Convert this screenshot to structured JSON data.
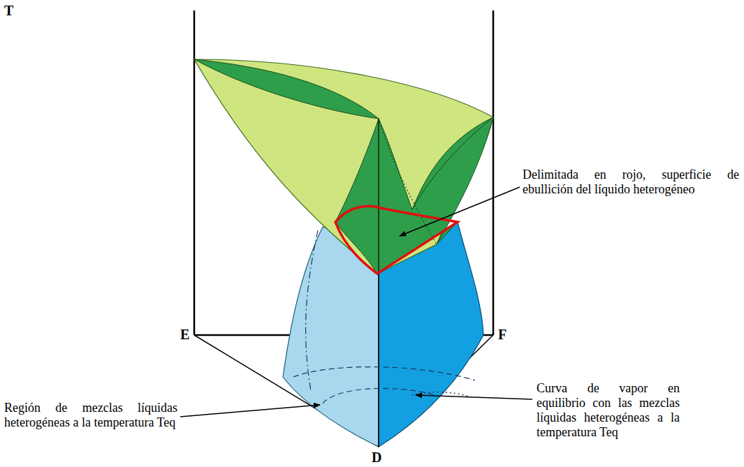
{
  "diagram": {
    "labels": [
      "T",
      "Delimitada en rojo, superficie de ebullición del líquido heterogéneo",
      "E",
      "F",
      "Región de mezclas líquidas heterogéneas a la temperatura Teq",
      "Curva de vapor en equilibrio con las mezclas líquidas heterogéneas a la temperatura Teq",
      "D"
    ]
  }
}
